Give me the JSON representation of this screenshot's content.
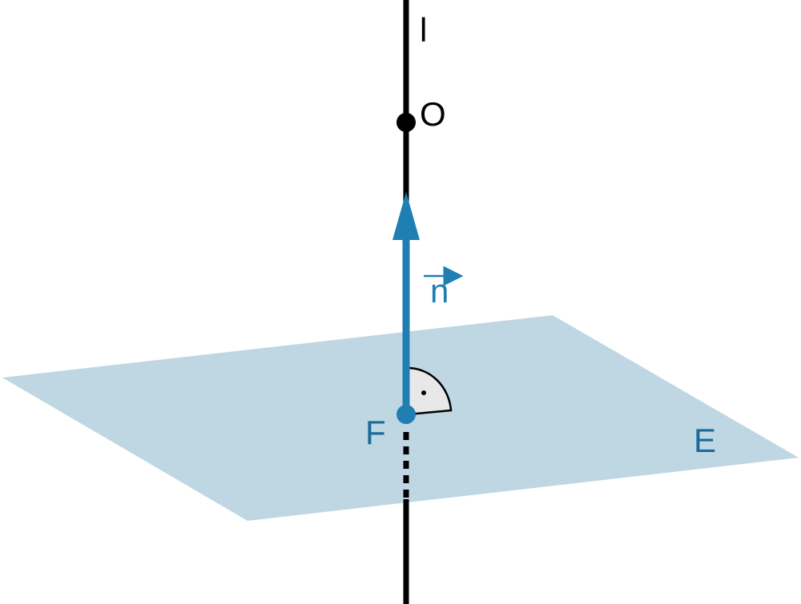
{
  "labels": {
    "line": "l",
    "origin": "O",
    "vector": "n",
    "foot": "F",
    "plane": "E"
  },
  "colors": {
    "plane_fill": "#bfd7e2",
    "line": "#000000",
    "vector": "#1f7fb3",
    "label_blue": "#1a6a9a",
    "angle_fill": "#e8e8e8"
  }
}
